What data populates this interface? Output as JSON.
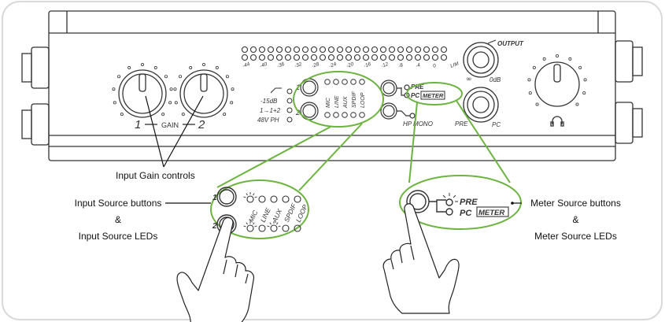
{
  "device": {
    "meter_scale": [
      "-44",
      "-40",
      "-36",
      "-32",
      "-28",
      "-24",
      "-20",
      "-16",
      "-12",
      "-8",
      "-4",
      "0",
      "LIM"
    ],
    "gain_label": "GAIN",
    "gain_ch1": "1",
    "gain_ch2": "2",
    "mic_pad": "-15dB",
    "link": "1→1+2",
    "phantom": "48V PH",
    "ch1": "1",
    "ch2": "2",
    "sources": [
      "MIC",
      "LINE",
      "AUX",
      "SPDIF",
      "LOOP"
    ],
    "pre": "PRE",
    "pc": "PC",
    "meter": "METER",
    "hp_mono": "HP MONO",
    "output": "OUTPUT",
    "output_min": "∞",
    "output_max": "0dB",
    "monitor_pre": "PRE",
    "monitor_pc": "PC"
  },
  "callouts": {
    "gain": "Input  Gain controls",
    "input_line1": "Input Source buttons",
    "input_line2": "&",
    "input_line3": "Input Source LEDs",
    "meter_line1": "Meter Source buttons",
    "meter_line2": "&",
    "meter_line3": "Meter Source LEDs"
  },
  "colors": {
    "highlight": "#6db33f",
    "line_art": "#333333",
    "frame": "#d9d9d9"
  }
}
